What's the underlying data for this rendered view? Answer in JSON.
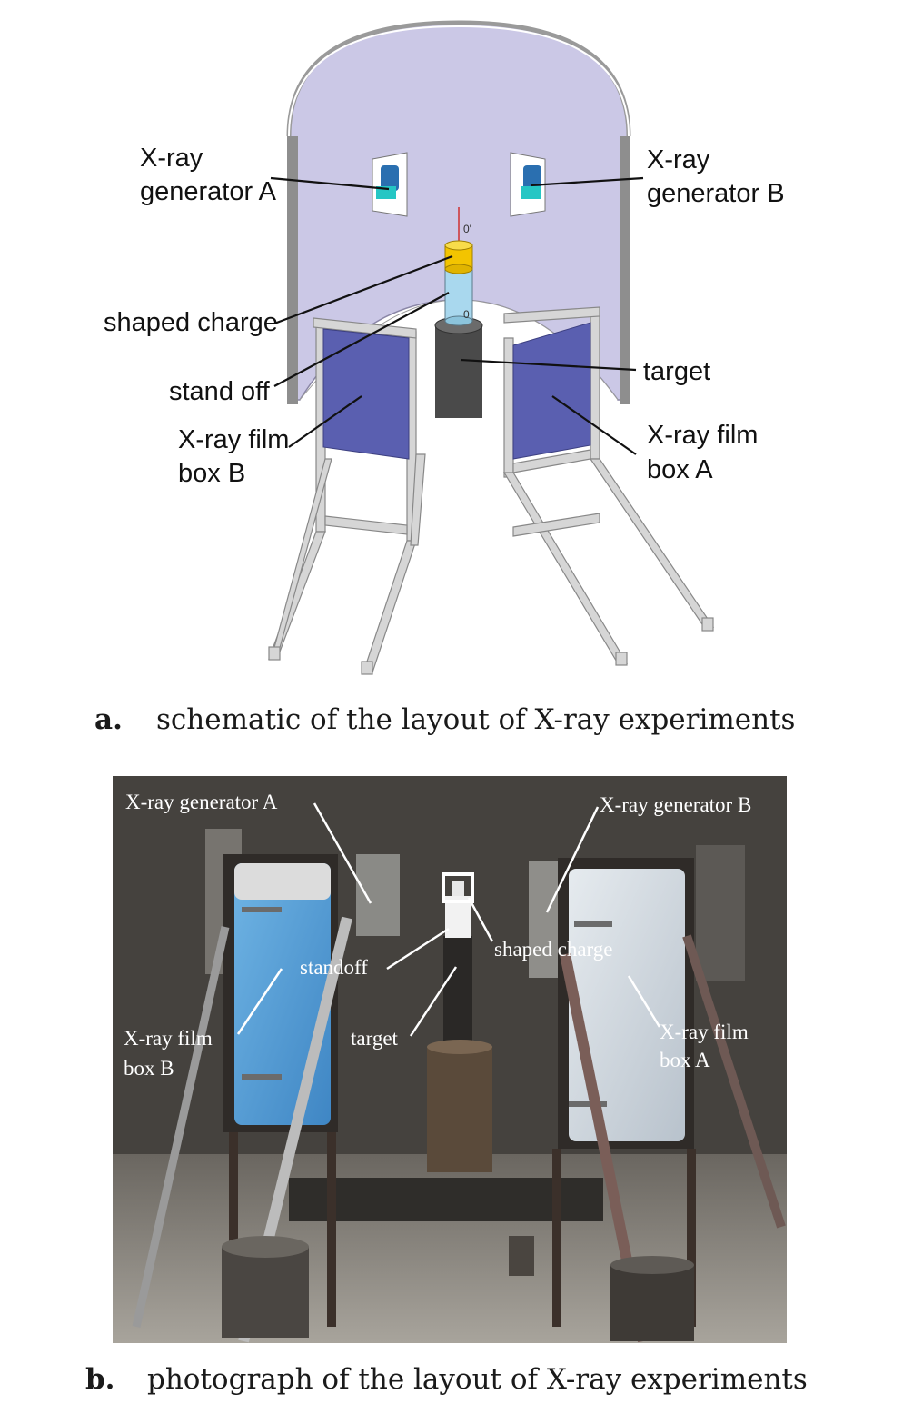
{
  "panel_a": {
    "labels": {
      "gen_a_line1": "X-ray",
      "gen_a_line2": "generator A",
      "gen_b_line1": "X-ray",
      "gen_b_line2": "generator B",
      "shaped_charge": "shaped charge",
      "stand_off": "stand off",
      "film_b_line1": "X-ray film",
      "film_b_line2": "box B",
      "target": "target",
      "film_a_line1": "X-ray film",
      "film_a_line2": "box A",
      "axis_top": "0'",
      "axis_bottom": "0"
    },
    "caption_letter": "a.",
    "caption_text": "schematic of the layout of X-ray experiments"
  },
  "panel_b": {
    "labels": {
      "gen_a": "X-ray generator A",
      "gen_b": "X-ray generator B",
      "standoff": "standoff",
      "shaped_charge": "shaped charge",
      "target": "target",
      "film_b_line1": "X-ray film",
      "film_b_line2": "box B",
      "film_a_line1": "X-ray film",
      "film_a_line2": "box A"
    },
    "caption_letter": "b.",
    "caption_text": "photograph of the layout of X-ray experiments"
  },
  "colors": {
    "wall": "#cbc8e6",
    "film_box": "#5a5fb0",
    "target": "#4a4a4a",
    "charge": "#f3c400",
    "standoff_tube": "#a9d8ee",
    "generator": "#2a6fb0",
    "photo_bg": "#3a3835",
    "photo_film_b": "#5aa0d8",
    "photo_film_a": "#d8dde2"
  }
}
